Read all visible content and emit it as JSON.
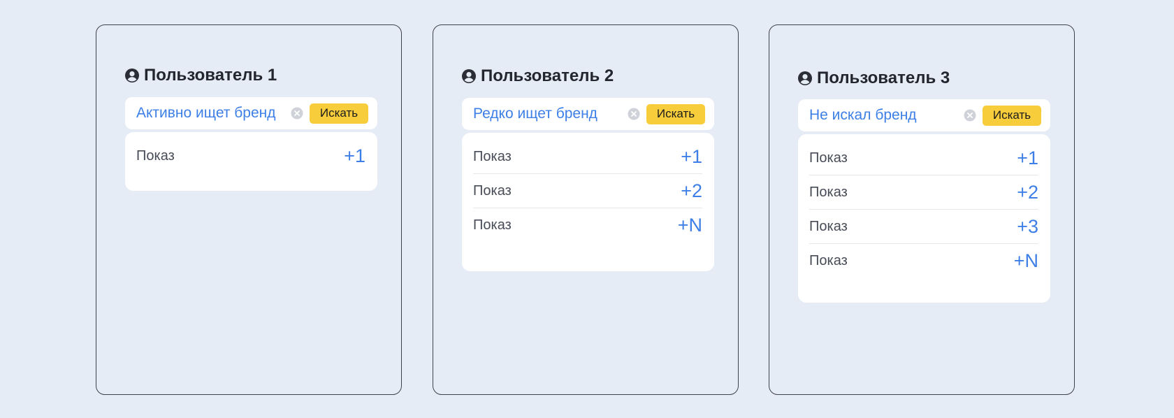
{
  "colors": {
    "background": "#e6ecf5",
    "accent_blue": "#3d7fe6",
    "button_yellow": "#f8cd3c",
    "card_border": "#3d4250"
  },
  "icons": {
    "user": "user-circle-icon",
    "clear": "clear-circle-icon"
  },
  "cards": [
    {
      "title": "Пользователь 1",
      "search_text": "Активно ищет бренд",
      "button_label": "Искать",
      "rows": [
        {
          "label": "Показ",
          "value": "+1"
        }
      ]
    },
    {
      "title": "Пользователь 2",
      "search_text": "Редко ищет бренд",
      "button_label": "Искать",
      "rows": [
        {
          "label": "Показ",
          "value": "+1"
        },
        {
          "label": "Показ",
          "value": "+2"
        },
        {
          "label": "Показ",
          "value": "+N"
        }
      ]
    },
    {
      "title": "Пользователь 3",
      "search_text": "Не искал бренд",
      "button_label": "Искать",
      "rows": [
        {
          "label": "Показ",
          "value": "+1"
        },
        {
          "label": "Показ",
          "value": "+2"
        },
        {
          "label": "Показ",
          "value": "+3"
        },
        {
          "label": "Показ",
          "value": "+N"
        }
      ]
    }
  ]
}
